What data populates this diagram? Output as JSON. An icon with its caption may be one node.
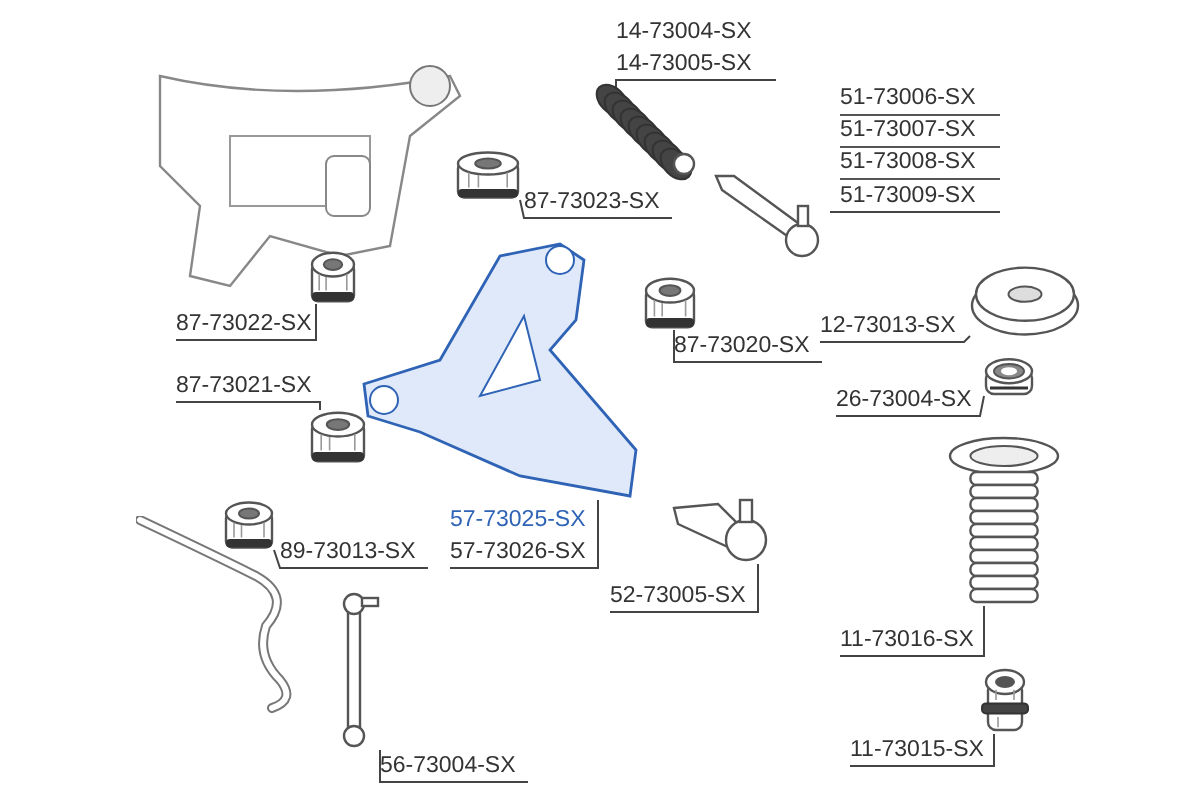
{
  "diagram": {
    "nodes": [
      {
        "text": [
          "14-73004-SX",
          "14-73005-SX"
        ]
      },
      {
        "text": [
          "51-73006-SX",
          "51-73007-SX",
          "51-73008-SX",
          "51-73009-SX"
        ]
      },
      {
        "text": [
          "87-73023-SX"
        ]
      },
      {
        "text": [
          "87-73022-SX"
        ]
      },
      {
        "text": [
          "12-73013-SX"
        ]
      },
      {
        "text": [
          "87-73020-SX"
        ]
      },
      {
        "text": [
          "87-73021-SX"
        ]
      },
      {
        "text": [
          "26-73004-SX"
        ]
      },
      {
        "text": [
          "57-73025-SX",
          "57-73026-SX"
        ]
      },
      {
        "text": [
          "89-73013-SX"
        ]
      },
      {
        "text": [
          "52-73005-SX"
        ]
      },
      {
        "text": [
          "11-73016-SX"
        ]
      },
      {
        "text": [
          "56-73004-SX"
        ]
      },
      {
        "text": [
          "11-73015-SX"
        ]
      },
      {
        "text": [],
        "shape": "picture"
      },
      {
        "text": [],
        "shape": "picture"
      },
      {
        "text": [],
        "shape": "picture"
      },
      {
        "text": [],
        "shape": "picture"
      },
      {
        "text": [],
        "shape": "picture"
      },
      {
        "text": [],
        "shape": "picture"
      },
      {
        "text": [],
        "shape": "picture"
      },
      {
        "text": [],
        "shape": "picture"
      },
      {
        "text": [],
        "shape": "picture"
      },
      {
        "text": [],
        "shape": "picture"
      },
      {
        "text": [],
        "shape": "picture"
      },
      {
        "text": [],
        "shape": "picture"
      },
      {
        "text": [],
        "shape": "picture"
      },
      {
        "text": [],
        "shape": "picture"
      }
    ],
    "edges": [
      {
        "from": 0,
        "to": 14,
        "arrow": "none"
      },
      {
        "from": 1,
        "to": 15,
        "arrow": "none"
      },
      {
        "from": 2,
        "to": 16,
        "arrow": "none"
      },
      {
        "from": 3,
        "to": 17,
        "arrow": "none"
      },
      {
        "from": 4,
        "to": 18,
        "arrow": "none"
      },
      {
        "from": 5,
        "to": 19,
        "arrow": "none"
      },
      {
        "from": 6,
        "to": 20,
        "arrow": "none"
      },
      {
        "from": 7,
        "to": 21,
        "arrow": "none"
      },
      {
        "from": 8,
        "to": 22,
        "arrow": "none"
      },
      {
        "from": 9,
        "to": 23,
        "arrow": "none"
      },
      {
        "from": 10,
        "to": 24,
        "arrow": "none"
      },
      {
        "from": 11,
        "to": 25,
        "arrow": "none"
      },
      {
        "from": 12,
        "to": 26,
        "arrow": "none"
      },
      {
        "from": 13,
        "to": 27,
        "arrow": "none"
      }
    ]
  }
}
